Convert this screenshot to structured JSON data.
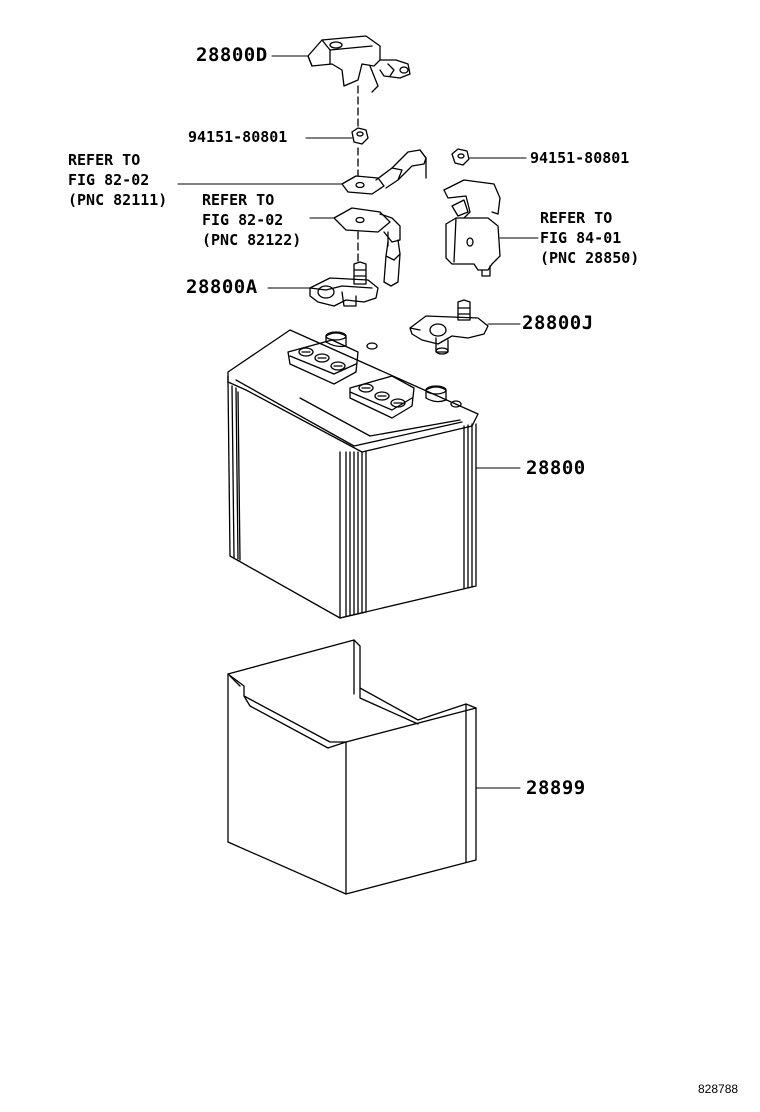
{
  "labels": {
    "p28800d": "28800D",
    "p94151_left": "94151-80801",
    "p94151_right": "94151-80801",
    "ref1": {
      "line1": "REFER TO",
      "line2": "FIG 82-02",
      "line3": "(PNC 82111)"
    },
    "ref2": {
      "line1": "REFER TO",
      "line2": "FIG 82-02",
      "line3": "(PNC 82122)"
    },
    "ref3": {
      "line1": "REFER TO",
      "line2": "FIG 84-01",
      "line3": "(PNC 28850)"
    },
    "p28800a": "28800A",
    "p28800j": "28800J",
    "p28800": "28800",
    "p28899": "28899"
  },
  "figure_id": "828788"
}
